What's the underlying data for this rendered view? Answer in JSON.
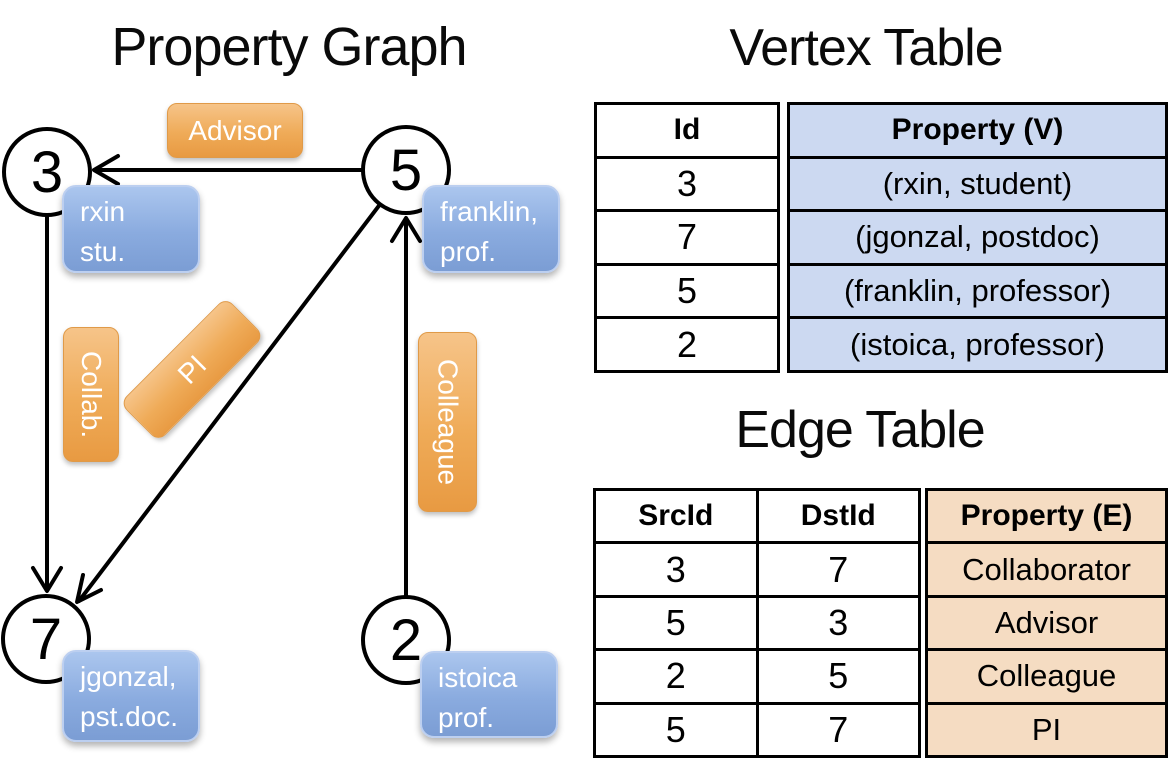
{
  "titles": {
    "graph": "Property Graph",
    "vertex_table": "Vertex Table",
    "edge_table": "Edge Table"
  },
  "graph": {
    "nodes": [
      {
        "id": "3"
      },
      {
        "id": "5"
      },
      {
        "id": "7"
      },
      {
        "id": "2"
      }
    ],
    "edge_labels": [
      {
        "text": "Advisor"
      },
      {
        "text": "Collab."
      },
      {
        "text": "PI"
      },
      {
        "text": "Colleague"
      }
    ],
    "property_boxes": [
      {
        "line1": "rxin",
        "line2": "stu."
      },
      {
        "line1": "franklin,",
        "line2": "prof."
      },
      {
        "line1": "jgonzal,",
        "line2": "pst.doc."
      },
      {
        "line1": "istoica",
        "line2": "prof."
      }
    ]
  },
  "vertex_table": {
    "headers": {
      "id": "Id",
      "property": "Property (V)"
    },
    "rows": [
      {
        "id": "3",
        "property": "(rxin, student)"
      },
      {
        "id": "7",
        "property": "(jgonzal, postdoc)"
      },
      {
        "id": "5",
        "property": "(franklin, professor)"
      },
      {
        "id": "2",
        "property": "(istoica, professor)"
      }
    ]
  },
  "edge_table": {
    "headers": {
      "src": "SrcId",
      "dst": "DstId",
      "property": "Property (E)"
    },
    "rows": [
      {
        "src": "3",
        "dst": "7",
        "property": "Collaborator"
      },
      {
        "src": "5",
        "dst": "3",
        "property": "Advisor"
      },
      {
        "src": "2",
        "dst": "5",
        "property": "Colleague"
      },
      {
        "src": "5",
        "dst": "7",
        "property": "PI"
      }
    ]
  },
  "colors": {
    "vertex_property_fill": "#ccd9f1",
    "edge_property_fill": "#f5dcc2",
    "vertex_box_blue": "#7b9dd4",
    "edge_label_orange": "#efab58",
    "line_black": "#000000"
  }
}
